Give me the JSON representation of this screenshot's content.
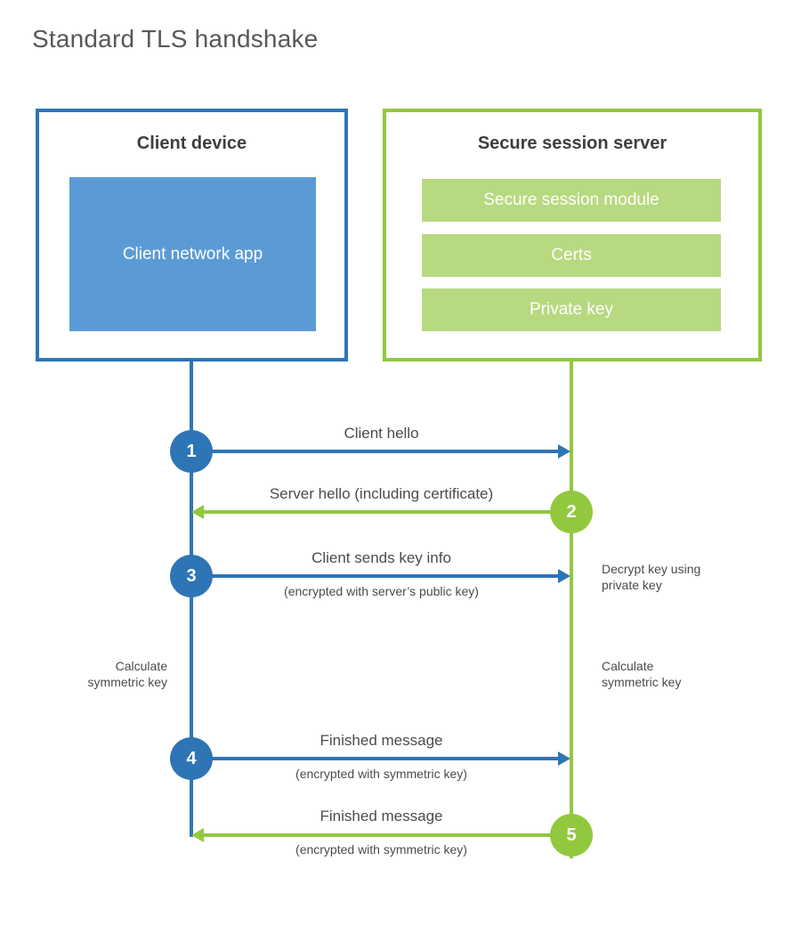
{
  "title": "Standard TLS handshake",
  "colors": {
    "blue": "#2e75b6",
    "blue_fill": "#5b9bd5",
    "green": "#92c83e",
    "green_fill": "#b7d980",
    "heading_text": "#3e3e40",
    "body_text": "#4b4b4b",
    "title_text": "#57585a"
  },
  "client": {
    "heading": "Client device",
    "app_label": "Client network app"
  },
  "server": {
    "heading": "Secure session server",
    "modules": [
      "Secure session module",
      "Certs",
      "Private key"
    ]
  },
  "steps": [
    {
      "number": "1",
      "label": "Client hello",
      "sublabel": "",
      "direction": "right"
    },
    {
      "number": "2",
      "label": "Server hello (including certificate)",
      "sublabel": "",
      "direction": "left"
    },
    {
      "number": "3",
      "label": "Client sends key info",
      "sublabel": "(encrypted with server’s public key)",
      "direction": "right"
    },
    {
      "number": "4",
      "label": "Finished message",
      "sublabel": "(encrypted with symmetric key)",
      "direction": "right"
    },
    {
      "number": "5",
      "label": "Finished message",
      "sublabel": "(encrypted with symmetric key)",
      "direction": "left"
    }
  ],
  "notes": {
    "decrypt": "Decrypt key using\nprivate key",
    "calc_left": "Calculate\nsymmetric key",
    "calc_right": "Calculate\nsymmetric key"
  }
}
